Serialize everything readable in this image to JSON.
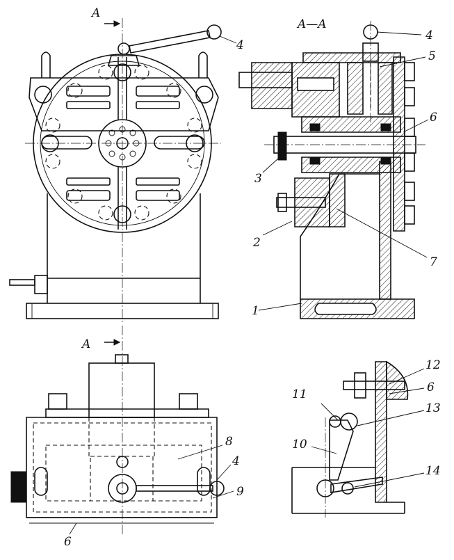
{
  "section": {
    "label": "A",
    "section_title": "A—A"
  },
  "callouts": [
    {
      "id": "c4a",
      "text": "4"
    },
    {
      "id": "c4b",
      "text": "4"
    },
    {
      "id": "c5",
      "text": "5"
    },
    {
      "id": "c6a",
      "text": "6"
    },
    {
      "id": "c3",
      "text": "3"
    },
    {
      "id": "c2",
      "text": "2"
    },
    {
      "id": "c7",
      "text": "7"
    },
    {
      "id": "c1",
      "text": "1"
    },
    {
      "id": "c8",
      "text": "8"
    },
    {
      "id": "c4c",
      "text": "4"
    },
    {
      "id": "c9",
      "text": "9"
    },
    {
      "id": "c6b",
      "text": "6"
    },
    {
      "id": "c12",
      "text": "12"
    },
    {
      "id": "c6c",
      "text": "6"
    },
    {
      "id": "c11",
      "text": "11"
    },
    {
      "id": "c13",
      "text": "13"
    },
    {
      "id": "c10",
      "text": "10"
    },
    {
      "id": "c14",
      "text": "14"
    }
  ]
}
